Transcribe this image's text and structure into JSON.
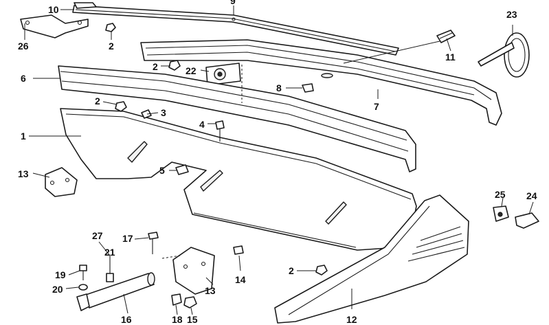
{
  "diagram": {
    "labels": {
      "p1": "1",
      "p2a": "2",
      "p2b": "2",
      "p2c": "2",
      "p2d": "2",
      "p3": "3",
      "p4": "4",
      "p5": "5",
      "p6": "6",
      "p7": "7",
      "p8": "8",
      "p9": "9",
      "p10": "10",
      "p11": "11",
      "p12": "12",
      "p13a": "13",
      "p13b": "13",
      "p14": "14",
      "p15": "15",
      "p16": "16",
      "p17": "17",
      "p18": "18",
      "p19": "19",
      "p20": "20",
      "p21": "21",
      "p22": "22",
      "p23": "23",
      "p24": "24",
      "p25": "25",
      "p26": "26",
      "p27": "27"
    }
  }
}
